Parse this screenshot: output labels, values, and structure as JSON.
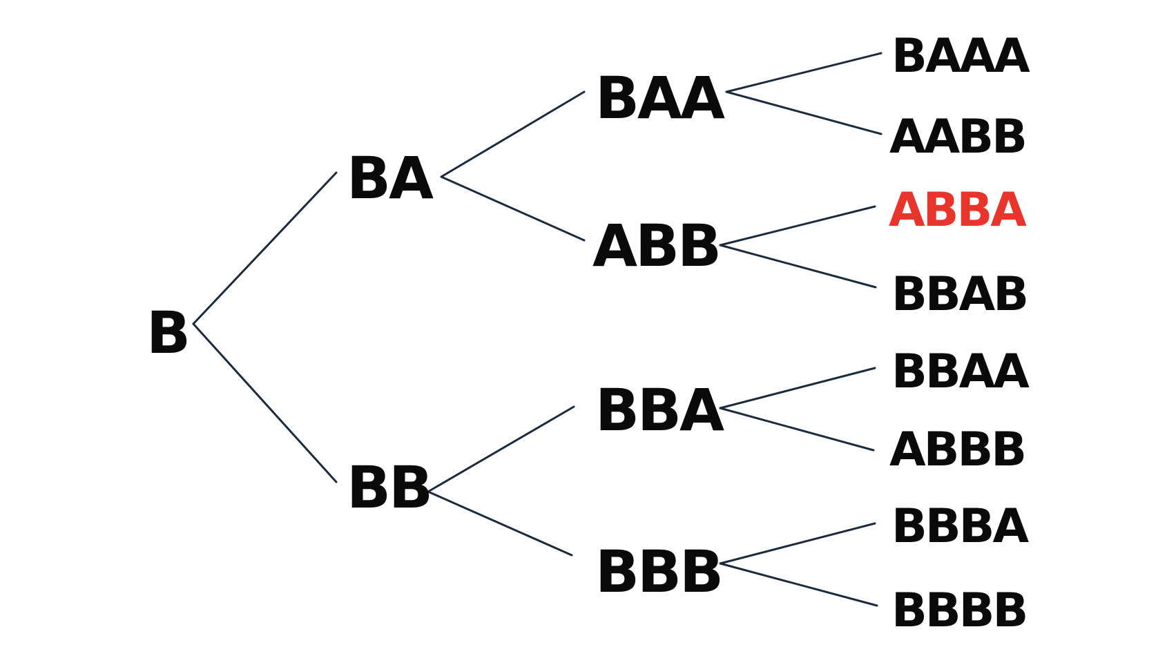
{
  "tree": {
    "root": "B",
    "level1": [
      "BA",
      "BB"
    ],
    "level2": [
      "BAA",
      "ABB",
      "BBA",
      "BBB"
    ],
    "level3": [
      "BAAA",
      "AABB",
      "ABBA",
      "BBAB",
      "BBAA",
      "ABBB",
      "BBBA",
      "BBBB"
    ],
    "highlighted_leaf": "ABBA"
  },
  "colors": {
    "text": "#0a0a0a",
    "edge": "#1c2a3d",
    "highlight": "#e8342a"
  }
}
